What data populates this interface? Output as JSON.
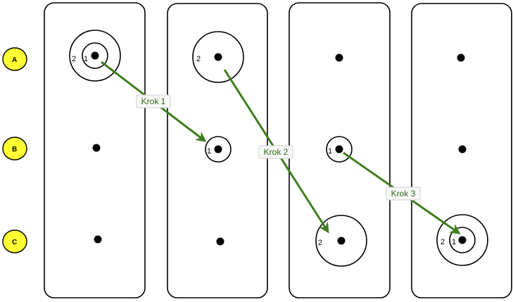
{
  "rows": [
    {
      "label": "A"
    },
    {
      "label": "B"
    },
    {
      "label": "C"
    }
  ],
  "states": [
    {
      "A": [
        "2",
        "1"
      ],
      "B": [],
      "C": []
    },
    {
      "A": [
        "2"
      ],
      "B": [
        "1"
      ],
      "C": []
    },
    {
      "A": [],
      "B": [
        "1"
      ],
      "C": [
        "2"
      ]
    },
    {
      "A": [],
      "B": [],
      "C": [
        "2",
        "1"
      ]
    }
  ],
  "steps": [
    {
      "label": "Krok 1"
    },
    {
      "label": "Krok 2"
    },
    {
      "label": "Krok 3"
    }
  ],
  "colors": {
    "badge": "#ffff33",
    "arrow": "#3f7f1f",
    "step_text": "#2e6b12"
  }
}
